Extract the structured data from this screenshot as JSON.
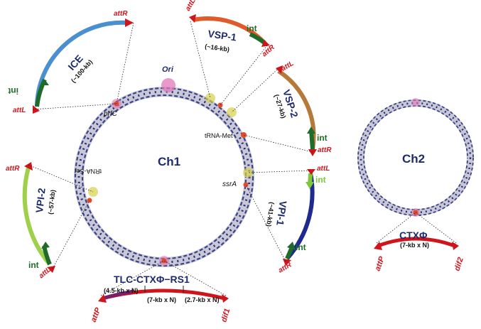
{
  "chromosomes": {
    "ch1": "Ch1",
    "ch2": "Ch2",
    "ori": "Ori"
  },
  "sites": {
    "prfC": "prfC",
    "trna_met": "tRNA-Met",
    "ssrA": "ssrA",
    "trna_ser": "tRNA-Ser"
  },
  "elements": {
    "ice": {
      "name": "ICE",
      "size": "(~100-kb)",
      "att_left": "attL",
      "att_right": "attR",
      "int": "int"
    },
    "vsp1": {
      "name": "VSP-1",
      "size": "(~16-kb)",
      "att_left": "attL",
      "att_right": "attR",
      "int": "int"
    },
    "vsp2": {
      "name": "VSP-2",
      "size": "(~27-kb)",
      "att_left": "attL",
      "att_right": "attR",
      "int": "int"
    },
    "vpi1": {
      "name": "VPI-1",
      "size": "(~41-kb)",
      "att_left": "attL",
      "att_right": "attR",
      "int_top": "int",
      "int_bottom": "int"
    },
    "vpi2": {
      "name": "VPI-2",
      "size": "(~57-kb)",
      "att_left": "attL",
      "att_right": "attR",
      "int": "int"
    },
    "tlc": {
      "name": "TLC-CTXΦ−RS1",
      "seg1": "(4.5-kb x N)",
      "seg2": "(7-kb x N)",
      "seg3": "(2.7-kb x N)",
      "att_left": "attP",
      "att_right": "dif1"
    },
    "ctx2": {
      "name": "CTXΦ",
      "size": "(7-kb x N)",
      "att_left": "attP",
      "att_right": "dif2"
    }
  },
  "colors": {
    "helix": "#2a2f6e",
    "att": "#d0141c",
    "ice": "#4a8fd0",
    "vsp1": "#e05a2a",
    "vsp2": "#b57a3a",
    "vpi1": "#1f2a8f",
    "vpi2": "#9fd04a",
    "tlc_a": "#7a1f6b",
    "tlc_b": "#d0141c",
    "int_dark": "#1f6b2a",
    "int_light": "#7ec63a"
  }
}
